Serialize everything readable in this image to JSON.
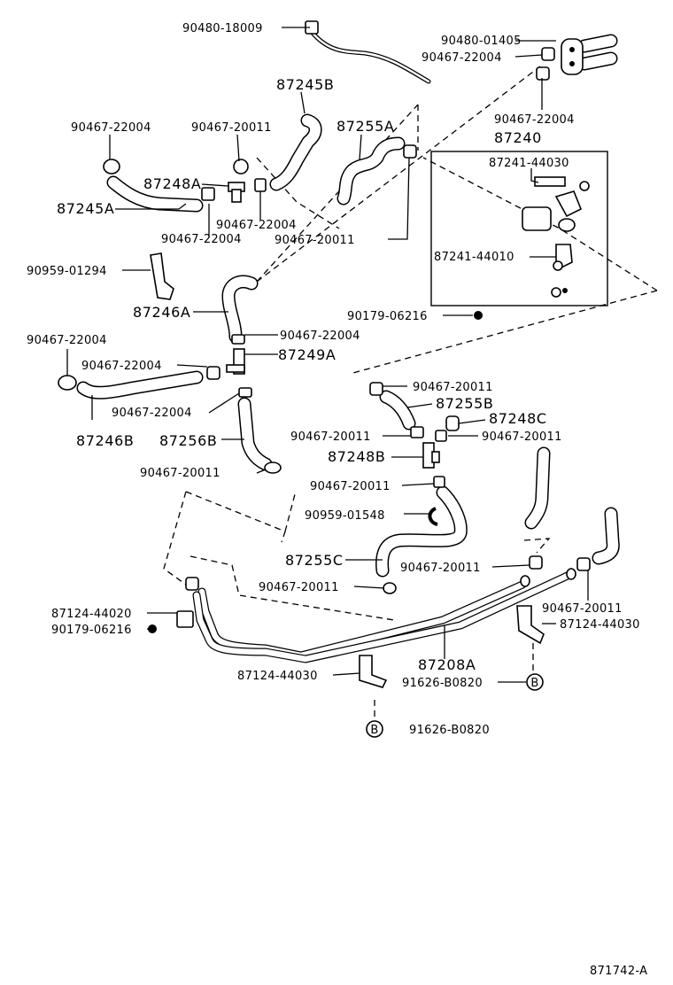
{
  "diagram_id": "871742-A",
  "labels": {
    "p_90480_18009": "90480-18009",
    "p_90480_01405": "90480-01405",
    "p_90467_22004_tr": "90467-22004",
    "p_90467_22004_tr2": "90467-22004",
    "p_87245B": "87245B",
    "p_90467_22004_tl": "90467-22004",
    "p_90467_20011_t": "90467-20011",
    "p_87255A": "87255A",
    "p_87240": "87240",
    "p_87241_44030": "87241-44030",
    "p_87248A": "87248A",
    "p_87245A": "87245A",
    "p_90467_22004_m1": "90467-22004",
    "p_90467_22004_m2": "90467-22004",
    "p_90467_20011_m": "90467-20011",
    "p_87241_44010": "87241-44010",
    "p_90959_01294": "90959-01294",
    "p_87246A": "87246A",
    "p_90179_06216_a": "90179-06216",
    "p_90467_22004_l1": "90467-22004",
    "p_90467_22004_c1": "90467-22004",
    "p_90467_22004_l2": "90467-22004",
    "p_87249A": "87249A",
    "p_90467_20011_r1": "90467-20011",
    "p_90467_22004_c2": "90467-22004",
    "p_87255B": "87255B",
    "p_87248C": "87248C",
    "p_87246B": "87246B",
    "p_87256B": "87256B",
    "p_90467_20011_r2": "90467-20011",
    "p_90467_20011_r3": "90467-20011",
    "p_87248B": "87248B",
    "p_90467_20011_l": "90467-20011",
    "p_90467_20011_r4": "90467-20011",
    "p_90959_01548": "90959-01548",
    "p_87255C": "87255C",
    "p_90467_20011_r5": "90467-20011",
    "p_90467_20011_b1": "90467-20011",
    "p_90467_20011_b2": "90467-20011",
    "p_87124_44020": "87124-44020",
    "p_87124_44030_r": "87124-44030",
    "p_90179_06216_b": "90179-06216",
    "p_87208A": "87208A",
    "p_87124_44030_b": "87124-44030",
    "p_91626_B0820_r": "91626-B0820",
    "p_91626_B0820_b": "91626-B0820",
    "callout_B": "B"
  }
}
